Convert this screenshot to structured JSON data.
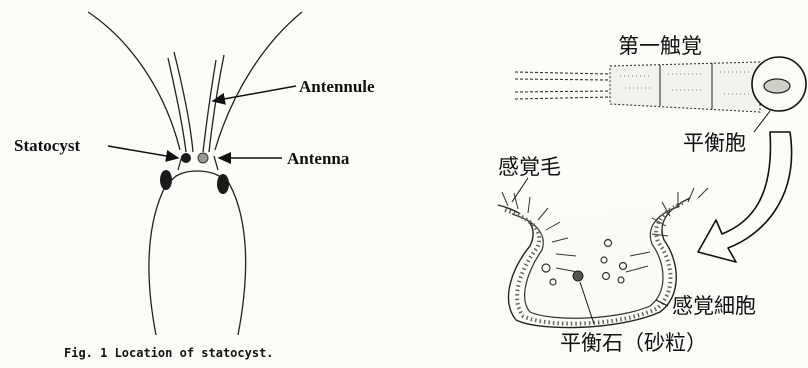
{
  "left_figure": {
    "labels": {
      "antennule": "Antennule",
      "statocyst": "Statocyst",
      "antenna": "Antenna"
    },
    "caption": "Fig. 1 Location of statocyst."
  },
  "right_figure": {
    "labels": {
      "first_antenna": "第一触覚",
      "statocyst": "平衡胞",
      "sensory_hair": "感覚毛",
      "sensory_cell": "感覚細胞",
      "statolith": "平衡石（砂粒）"
    }
  }
}
